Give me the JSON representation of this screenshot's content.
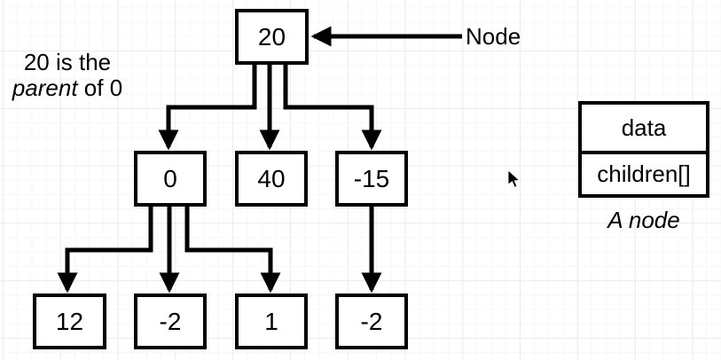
{
  "colors": {
    "stroke": "#000000",
    "node_fill": "#ffffff",
    "grid_major": "#ececec",
    "background": "#ffffff"
  },
  "notes": {
    "parent_line1": "20 is the",
    "parent_italic": "parent",
    "parent_suffix": " of 0",
    "pointer_label": "Node"
  },
  "tree": {
    "root": {
      "label": "20"
    },
    "children": [
      {
        "label": "0"
      },
      {
        "label": "40"
      },
      {
        "label": "-15"
      }
    ],
    "grandchildren": [
      {
        "label": "12"
      },
      {
        "label": "-2"
      },
      {
        "label": "1"
      },
      {
        "label": "-2"
      }
    ]
  },
  "legend": {
    "rows": [
      "data",
      "children[]"
    ],
    "caption": "A node"
  }
}
